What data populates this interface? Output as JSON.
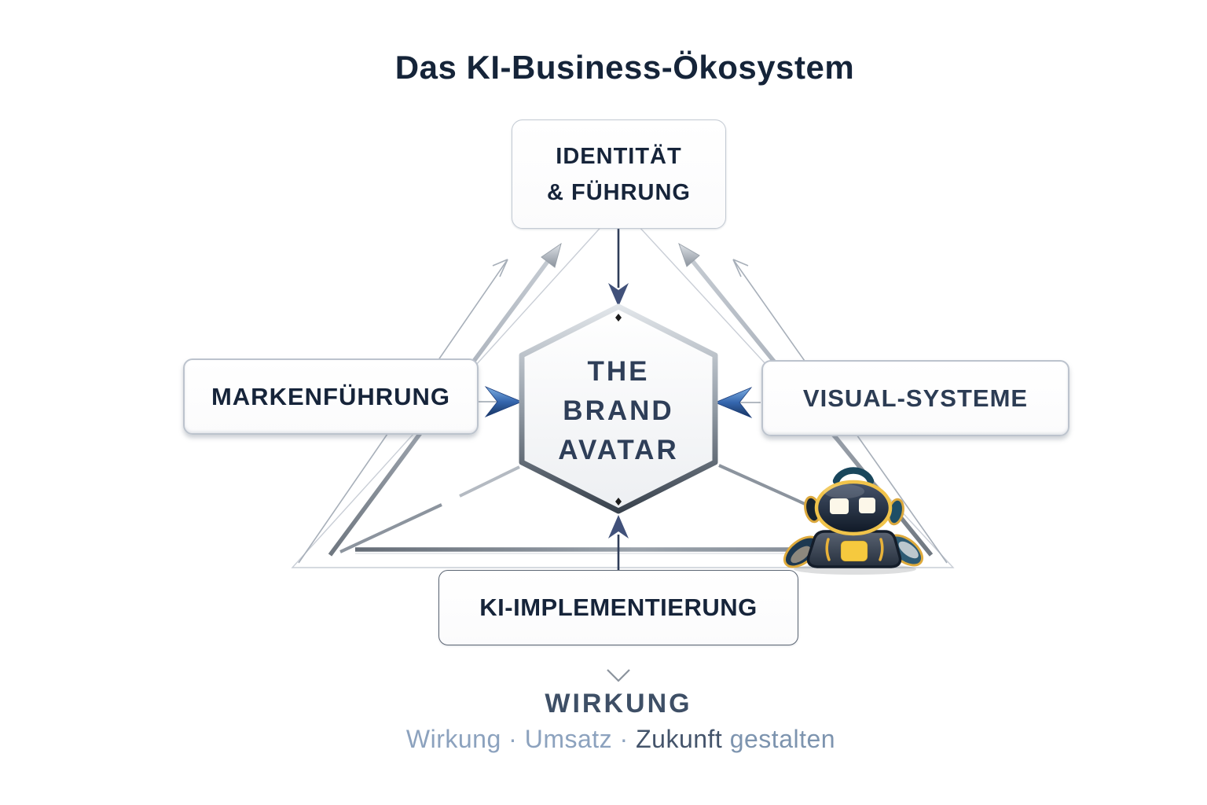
{
  "title": "Das KI-Business-Ökosystem",
  "nodes": {
    "top": {
      "line1": "IDENTITÄT",
      "line2": "& FÜHRUNG"
    },
    "left": {
      "label": "MARKENFÜHRUNG"
    },
    "right": {
      "label": "VISUAL-SYSTEME"
    },
    "bottom": {
      "label": "KI-IMPLEMENTIERUNG"
    },
    "center": {
      "line1": "THE",
      "line2": "BRAND",
      "line3": "AVATAR"
    }
  },
  "outcome": {
    "heading": "WIRKUNG",
    "subtitle_part1": "Wirkung · Umsatz · ",
    "subtitle_part2": "Zukunft",
    "subtitle_part3": " gestalten"
  },
  "icons": {
    "chevron_down": "chevron-down-icon",
    "robot": "ki-robot-mascot-icon",
    "blue_arrow_left_to_center": "arrow-right-icon",
    "blue_arrow_right_to_center": "arrow-left-icon",
    "navy_arrow_top_to_center": "arrow-down-icon",
    "navy_arrow_bottom_to_center": "arrow-up-icon"
  },
  "colors": {
    "title_text": "#152439",
    "node_text": "#16243a",
    "hexagon_text": "#2e3e58",
    "outcome_heading_text": "#3e4f66",
    "subtitle_light": "#8ca2be",
    "subtitle_dark": "#44546b",
    "arrow_blue_dark": "#1d3e7c",
    "arrow_blue_light": "#7fb0e2",
    "arrow_navy": "#3e4d73",
    "metal_line": "#8c949e",
    "outer_triangle_line": "#c9ced6",
    "robot_gold": "#f0c34a",
    "robot_body_dark": "#16202e",
    "robot_chest_yellow": "#f6c93e"
  }
}
